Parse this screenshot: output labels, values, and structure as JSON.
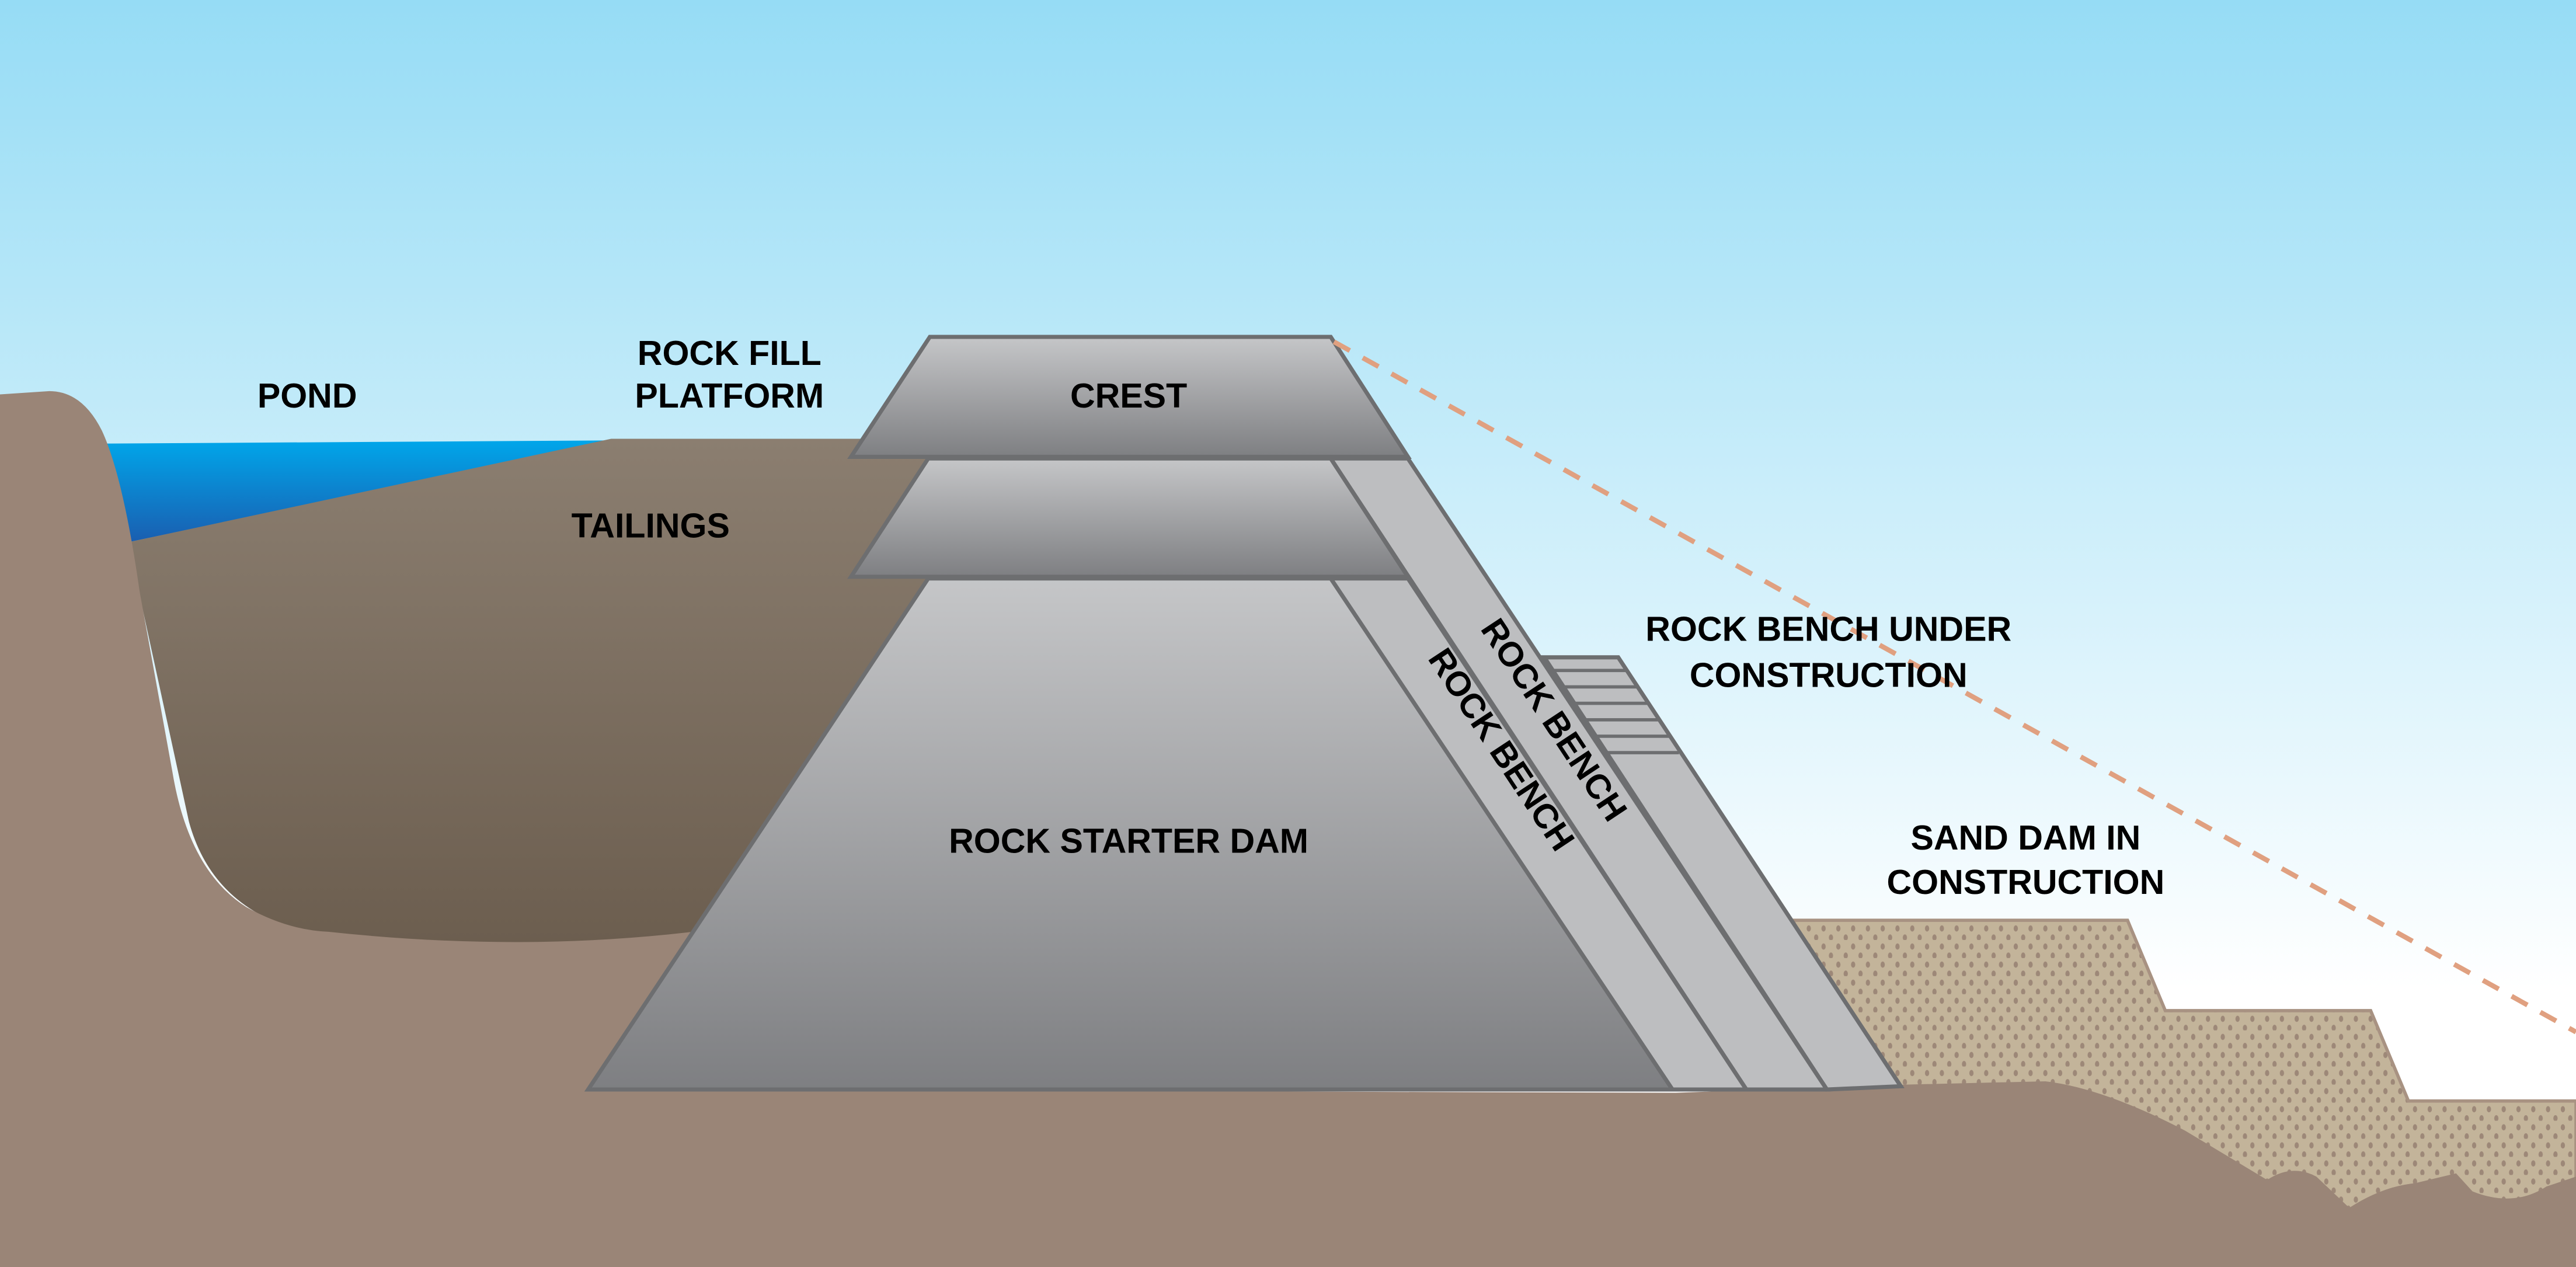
{
  "labels": {
    "pond": "POND",
    "rock_fill_platform_1": "ROCK FILL",
    "rock_fill_platform_2": "PLATFORM",
    "tailings": "TAILINGS",
    "crest": "CREST",
    "rock_starter_dam": "ROCK STARTER DAM",
    "rock_bench_inner": "ROCK BENCH",
    "rock_bench_outer": "ROCK BENCH",
    "rock_bench_under_construction_1": "ROCK BENCH UNDER",
    "rock_bench_under_construction_2": "CONSTRUCTION",
    "sand_dam_1": "SAND DAM IN",
    "sand_dam_2": "CONSTRUCTION"
  },
  "colors": {
    "sky_top": "#96dcf5",
    "ground": "#9a8577",
    "water": "#00a0e6",
    "tailings": "#7a6c5e",
    "rock": "#bdbec0",
    "outline": "#6d6e70",
    "sand": "#c3b49a",
    "dashed_line": "#e0a080"
  }
}
